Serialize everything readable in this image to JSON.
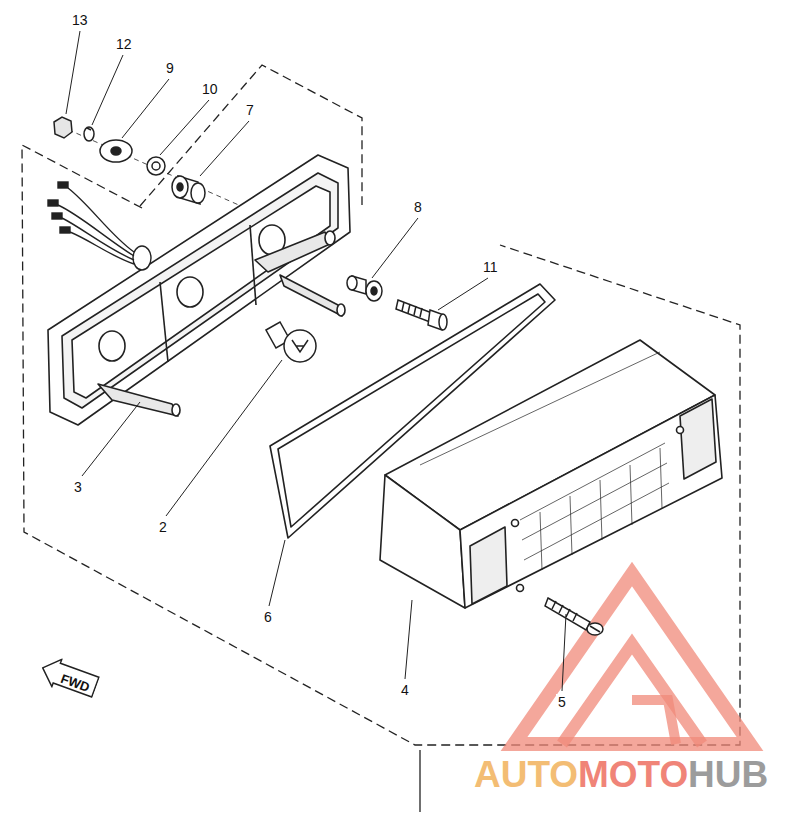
{
  "diagram": {
    "nodes": [
      {
        "text": [
          "FWD"
        ]
      }
    ],
    "labels": [
      "13",
      "12",
      "9",
      "10",
      "7",
      "8",
      "11",
      "3",
      "2",
      "6",
      "4",
      "5",
      "AUTO",
      "MOTO",
      "HUB"
    ]
  }
}
